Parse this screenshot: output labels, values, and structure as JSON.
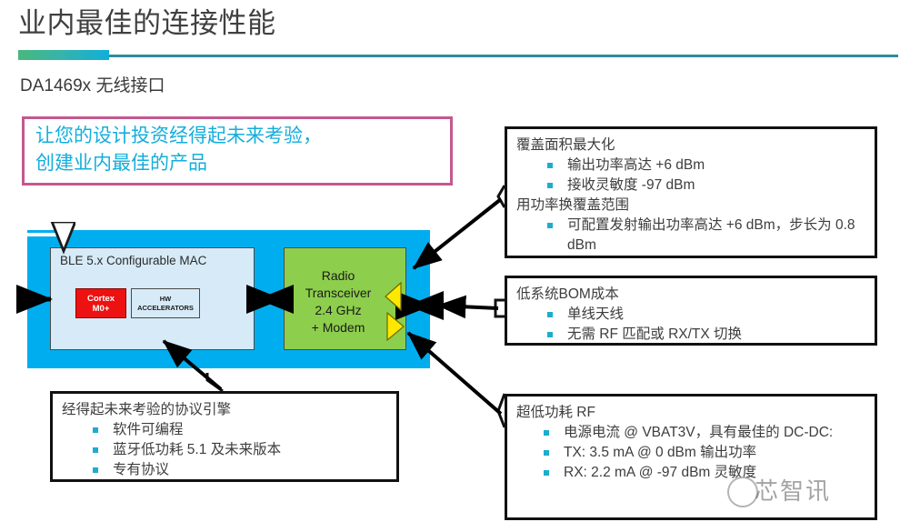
{
  "header": {
    "title": "业内最佳的连接性能",
    "subtitle": "DA1469x 无线接口",
    "accent_gradient_start": "#49B87C",
    "accent_gradient_end": "#11AEDA",
    "divider_color": "#2E8B9C"
  },
  "quote": {
    "line1": "让您的设计投资经得起未来考验，",
    "line2": "创建业内最佳的产品",
    "text_color": "#14AEDC",
    "border_color": "#C4588F"
  },
  "diagram": {
    "panel_color": "#00AEEF",
    "mac": {
      "title": "BLE 5.x Configurable MAC",
      "fill": "#D6EAF7",
      "cortex": {
        "line1": "Cortex",
        "line2": "M0+",
        "fill": "#EE1111"
      },
      "accelerator": {
        "line1": "HW",
        "line2": "ACCELERATORS",
        "fill": "#D6EAF7"
      }
    },
    "radio": {
      "line1": "Radio",
      "line2": "Transceiver",
      "line3": "2.4 GHz",
      "line4": "+ Modem",
      "fill": "#8DCE4C",
      "antenna_color": "#FFE800"
    }
  },
  "callouts": {
    "coverage": {
      "heading1": "覆盖面积最大化",
      "items1": [
        "输出功率高达 +6 dBm",
        "接收灵敏度 -97 dBm"
      ],
      "heading2": "用功率换覆盖范围",
      "items2": [
        "可配置发射输出功率高达 +6 dBm，步长为 0.8 dBm"
      ]
    },
    "bom": {
      "heading": "低系统BOM成本",
      "items": [
        "单线天线",
        "无需 RF 匹配或 RX/TX 切换"
      ]
    },
    "power": {
      "heading": "超低功耗 RF",
      "items": [
        "电源电流 @ VBAT3V，具有最佳的 DC-DC:",
        "TX: 3.5 mA @ 0 dBm 输出功率",
        "RX: 2.2 mA @ -97 dBm 灵敏度"
      ]
    },
    "protocol": {
      "heading": "经得起未来考验的协议引擎",
      "items": [
        "软件可编程",
        "蓝牙低功耗 5.1 及未来版本",
        "专有协议"
      ]
    }
  },
  "watermark": {
    "text": "芯智讯"
  }
}
